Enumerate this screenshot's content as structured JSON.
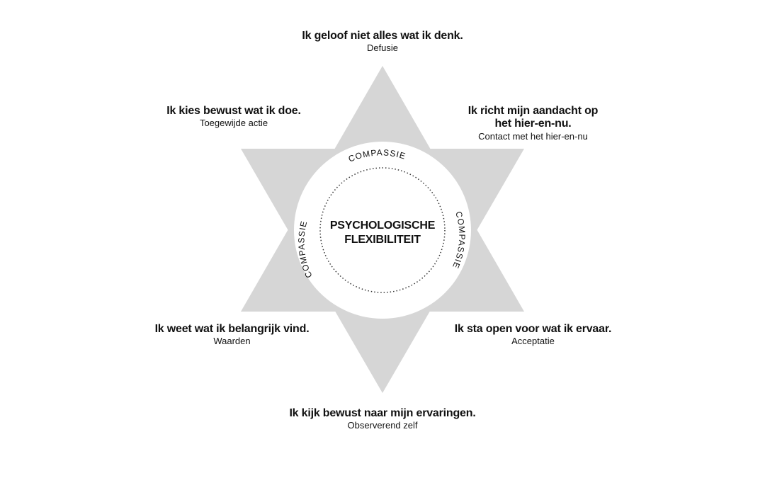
{
  "center": {
    "line1": "PSYCHOLOGISCHE",
    "line2": "FLEXIBILITEIT",
    "ring_text": "COMPASSIE"
  },
  "points": {
    "top": {
      "statement": "Ik geloof niet alles wat ik denk.",
      "process": "Defusie"
    },
    "upper_right": {
      "statement_line1": "Ik richt mijn aandacht op",
      "statement_line2": "het hier-en-nu.",
      "process": "Contact met het hier-en-nu"
    },
    "lower_right": {
      "statement": "Ik sta open voor wat ik ervaar.",
      "process": "Acceptatie"
    },
    "bottom": {
      "statement": "Ik kijk bewust naar mijn ervaringen.",
      "process": "Observerend zelf"
    },
    "lower_left": {
      "statement": "Ik weet wat ik belangrijk vind.",
      "process": "Waarden"
    },
    "upper_left": {
      "statement": "Ik kies bewust wat ik doe.",
      "process": "Toegewijde actie"
    }
  },
  "colors": {
    "star_fill": "#d6d6d6",
    "circle_fill": "#ffffff",
    "text": "#111111",
    "dotted_ring": "#333333"
  }
}
